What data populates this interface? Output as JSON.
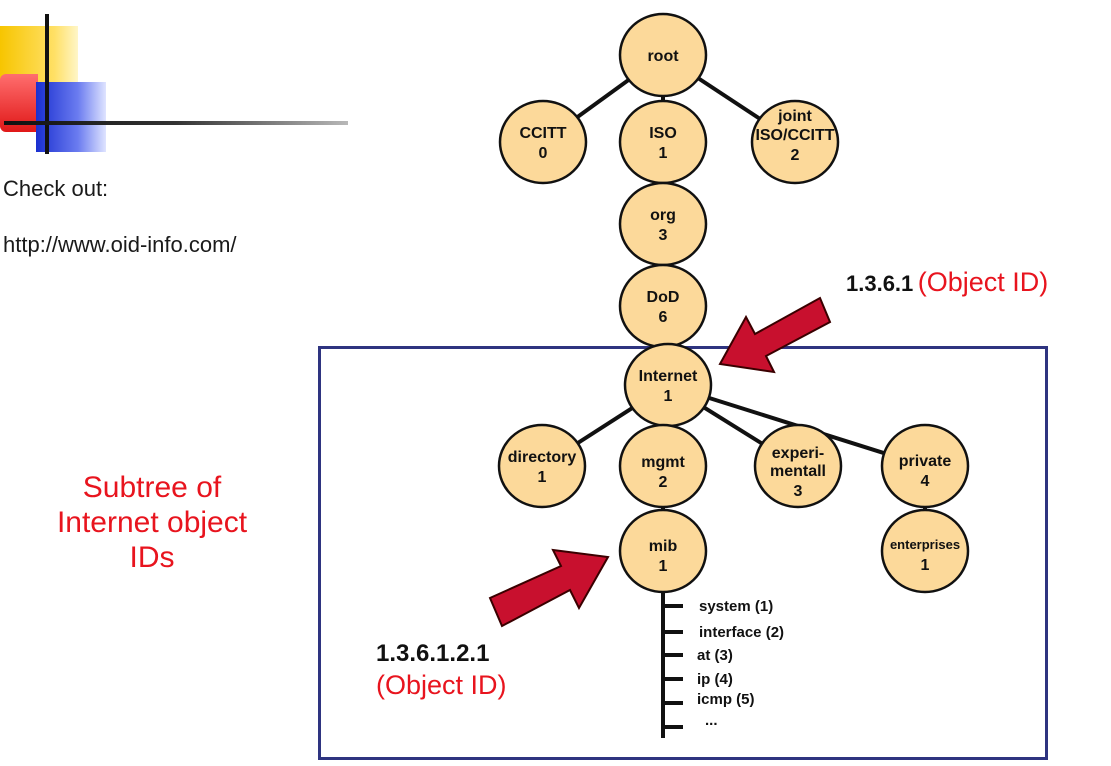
{
  "sidebar": {
    "check_label": "Check out:",
    "check_url": "http://www.oid-info.com/"
  },
  "caption": {
    "line1": "Subtree of",
    "line2": "Internet object",
    "line3": "IDs"
  },
  "tree": {
    "nodes": {
      "root": {
        "name": "root"
      },
      "ccitt": {
        "name": "CCITT",
        "id": "0"
      },
      "iso": {
        "name": "ISO",
        "id": "1"
      },
      "joint": {
        "name1": "joint",
        "name2": "ISO/CCITT",
        "id": "2"
      },
      "org": {
        "name": "org",
        "id": "3"
      },
      "dod": {
        "name": "DoD",
        "id": "6"
      },
      "internet": {
        "name": "Internet",
        "id": "1"
      },
      "directory": {
        "name": "directory",
        "id": "1"
      },
      "mgmt": {
        "name": "mgmt",
        "id": "2"
      },
      "experimental": {
        "name1": "experi-",
        "name2": "mentall",
        "id": "3"
      },
      "private": {
        "name": "private",
        "id": "4"
      },
      "mib": {
        "name": "mib",
        "id": "1"
      },
      "enterprises": {
        "name": "enterprises",
        "id": "1"
      }
    },
    "mib_leaves": [
      "system (1)",
      "interface (2)",
      "at (3)",
      "ip (4)",
      "icmp (5)",
      "..."
    ]
  },
  "annotations": {
    "internet_oid": {
      "number": "1.3.6.1",
      "tag": "(Object ID)"
    },
    "mib_oid": {
      "number": "1.3.6.1.2.1",
      "tag": "(Object ID)"
    }
  },
  "colors": {
    "node_fill": "#fcd99a",
    "arrow_fill": "#c8102e",
    "box_border": "#2e3480",
    "highlight_text": "#e8141e"
  }
}
